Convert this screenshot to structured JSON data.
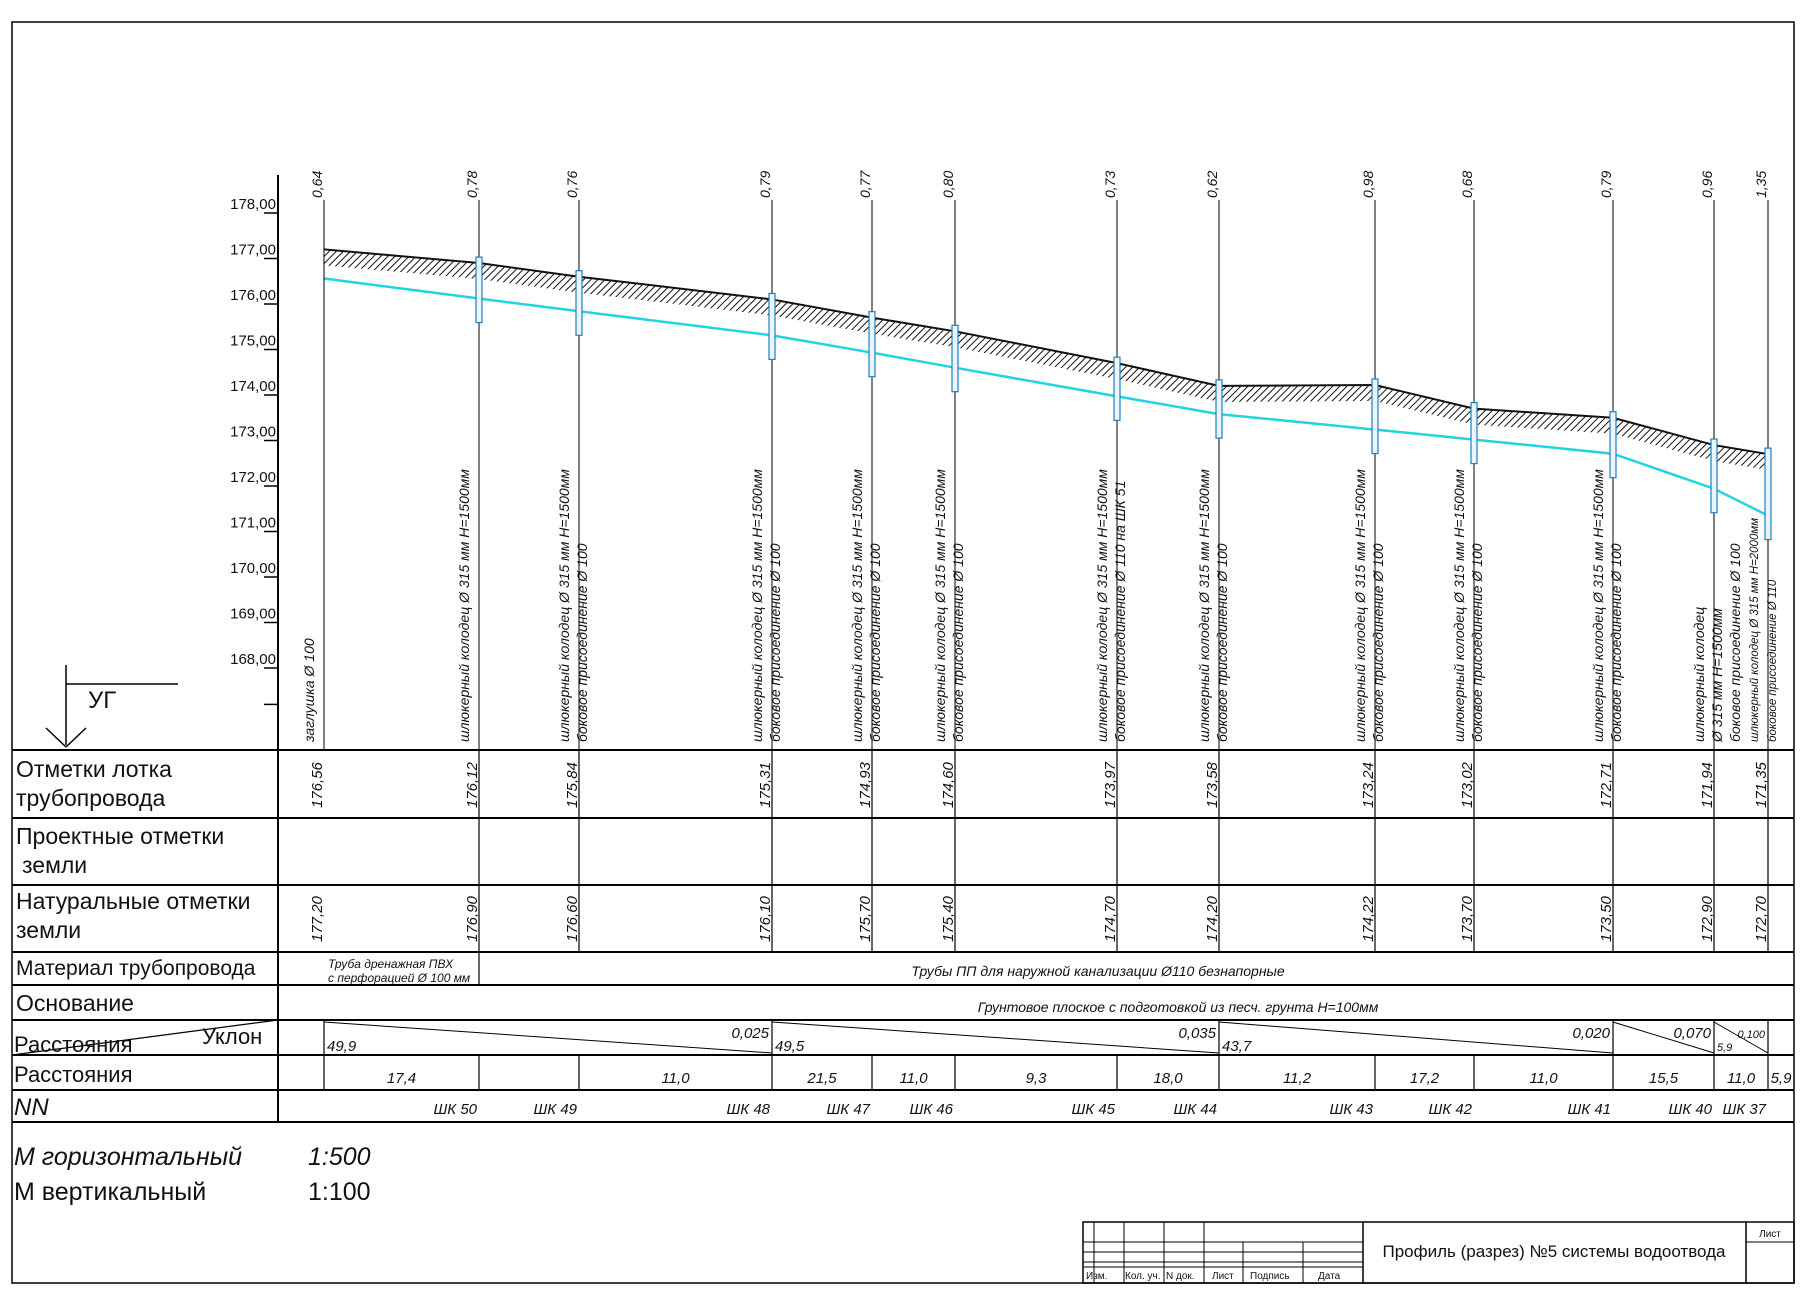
{
  "axis": {
    "ticks": [
      "178,00",
      "177,00",
      "176,00",
      "175,00",
      "174,00",
      "173,00",
      "172,00",
      "171,00",
      "170,00",
      "169,00",
      "168,00"
    ],
    "tick_values": [
      178,
      177,
      176,
      175,
      174,
      173,
      172,
      171,
      170,
      169,
      168
    ]
  },
  "depths": [
    "0,64",
    "0,78",
    "0,76",
    "0,79",
    "0,77",
    "0,80",
    "0,73",
    "0,62",
    "0,98",
    "0,68",
    "0,79",
    "0,96",
    "1,35"
  ],
  "well_labels": [
    {
      "line1": "заглушка Ø 100",
      "line2": ""
    },
    {
      "line1": "шлюкерный колодец Ø 315 мм Н=1500мм",
      "line2": ""
    },
    {
      "line1": "шлюкерный колодец Ø 315 мм Н=1500мм",
      "line2": "боковое присоединение Ø 100"
    },
    {
      "line1": "шлюкерный колодец Ø 315 мм Н=1500мм",
      "line2": "боковое присоединение Ø 100"
    },
    {
      "line1": "шлюкерный колодец Ø 315 мм Н=1500мм",
      "line2": "боковое присоединение Ø 100"
    },
    {
      "line1": "шлюкерный колодец Ø 315 мм Н=1500мм",
      "line2": "боковое присоединение Ø 100"
    },
    {
      "line1": "шлюкерный колодец Ø 315 мм Н=1500мм",
      "line2": "боковое присоединение Ø 110 на ШК 51"
    },
    {
      "line1": "шлюкерный колодец Ø 315 мм Н=1500мм",
      "line2": "боковое присоединение Ø 100"
    },
    {
      "line1": "шлюкерный колодец Ø 315 мм Н=1500мм",
      "line2": "боковое присоединение Ø 100"
    },
    {
      "line1": "шлюкерный колодец Ø 315 мм Н=1500мм",
      "line2": "боковое присоединение Ø 100"
    },
    {
      "line1": "шлюкерный колодец Ø 315 мм Н=1500мм",
      "line2": "боковое присоединение Ø 100"
    },
    {
      "line1": "шлюкерный колодец",
      "line2": "Ø 315 мм Н=1500мм",
      "line3": "боковое присоединение Ø 100"
    },
    {
      "line1": "шлюкерный колодец Ø 315 мм Н=2000мм",
      "line2": "боковое присоединение Ø 110"
    }
  ],
  "ug_label": "УГ",
  "row_headers": {
    "invert": [
      "Отметки лотка",
      "трубопровода"
    ],
    "design": [
      "Проектные отметки",
      "земли"
    ],
    "natural": [
      "Натуральные отметки",
      "земли"
    ],
    "material": "Материал трубопровода",
    "base": "Основание",
    "slope_dist": "Расстояния",
    "slope": "Уклон",
    "dist": "Расстояния",
    "nn": "NN"
  },
  "invert_elevations": [
    "176,56",
    "176,12",
    "175,84",
    "175,31",
    "174,93",
    "174,60",
    "173,97",
    "173,58",
    "173,24",
    "173,02",
    "172,71",
    "171,94",
    "171,35"
  ],
  "invert_values": [
    176.56,
    176.12,
    175.84,
    175.31,
    174.93,
    174.6,
    173.97,
    173.58,
    173.24,
    173.02,
    172.71,
    171.94,
    171.35
  ],
  "ground_elevations": [
    "177,20",
    "176,90",
    "176,60",
    "176,10",
    "175,70",
    "175,40",
    "174,70",
    "174,20",
    "174,22",
    "173,70",
    "173,50",
    "172,90",
    "172,70"
  ],
  "ground_values": [
    177.2,
    176.9,
    176.6,
    176.1,
    175.7,
    175.4,
    174.7,
    174.2,
    174.22,
    173.7,
    173.5,
    172.9,
    172.7
  ],
  "material": {
    "drain_line1": "Труба дренажная ПВХ",
    "drain_line2": "с перфорацией Ø 100 мм",
    "pp": "Трубы ПП для наружной канализации Ø110 безнапорные"
  },
  "base_text": "Грунтовое плоское с подготовкой из песч. грунта Н=100мм",
  "slopes": [
    {
      "length": "49,9",
      "slope": "0,025"
    },
    {
      "length": "49,5",
      "slope": "0,035"
    },
    {
      "length": "43,7",
      "slope": "0,020"
    },
    {
      "length": "",
      "slope": "0,070"
    },
    {
      "length": "5,9",
      "slope": "0,100"
    }
  ],
  "distances": [
    "17,4",
    "11,0",
    "21,5",
    "11,0",
    "9,3",
    "18,0",
    "11,2",
    "17,2",
    "11,0",
    "15,5",
    "11,0",
    "5,9"
  ],
  "well_names": [
    "ШК 50",
    "ШК 49",
    "ШК 48",
    "ШК 47",
    "ШК 46",
    "ШК 45",
    "ШК 44",
    "ШК 43",
    "ШК 42",
    "ШК 41",
    "ШК 40",
    "ШК 37"
  ],
  "scales": {
    "horizontal_label": "М горизонтальный",
    "horizontal_value": "1:500",
    "vertical_label": "М вертикальный",
    "vertical_value": "1:100"
  },
  "title_block": {
    "title": "Профиль (разрез) №5 системы водоотвода",
    "sheet": "Лист",
    "cols": [
      "Изм.",
      "Кол. уч.",
      "N док.",
      "Лист",
      "Подпись",
      "Дата"
    ]
  },
  "colors": {
    "pipe": "#22d3e0",
    "ground": "#111111",
    "well": "#1f7fbf"
  }
}
